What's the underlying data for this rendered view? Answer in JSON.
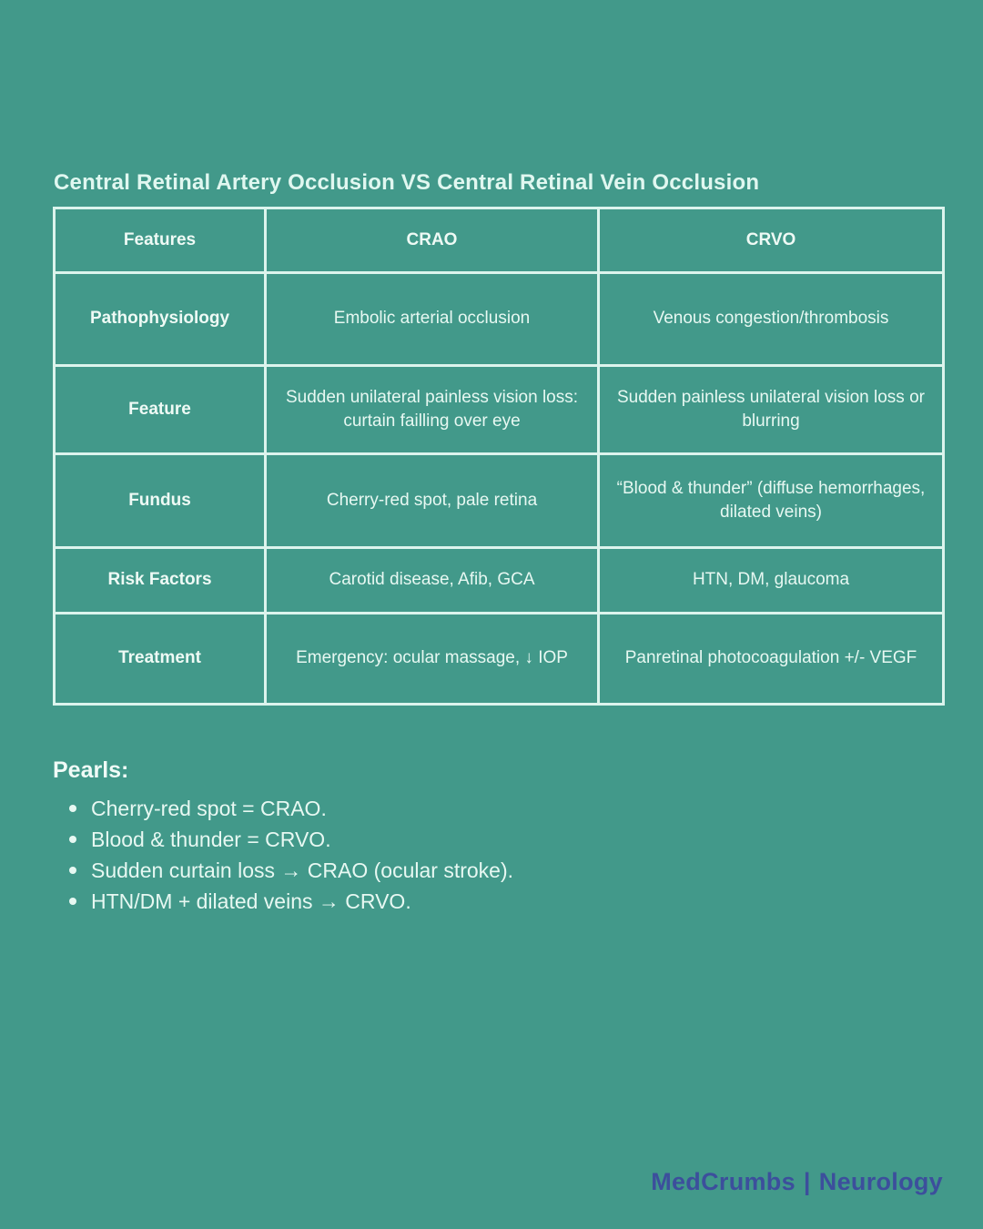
{
  "page": {
    "title": "Central Retinal Artery Occlusion VS Central Retinal Vein Occlusion"
  },
  "table": {
    "headers": [
      "Features",
      "CRAO",
      "CRVO"
    ],
    "rows": [
      {
        "feature": "Pathophysiology",
        "crao": "Embolic arterial occlusion",
        "crvo": "Venous congestion/thrombosis"
      },
      {
        "feature": "Feature",
        "crao": "Sudden unilateral painless vision loss: curtain failling over eye",
        "crvo": "Sudden painless unilateral vision loss or blurring"
      },
      {
        "feature": "Fundus",
        "crao": "Cherry-red spot, pale retina",
        "crvo": "“Blood & thunder” (diffuse hemorrhages, dilated veins)"
      },
      {
        "feature": "Risk Factors",
        "crao": "Carotid disease, Afib, GCA",
        "crvo": "HTN, DM, glaucoma"
      },
      {
        "feature": "Treatment",
        "crao": "Emergency: ocular massage, ↓ IOP",
        "crvo": "Panretinal photocoagulation +/- VEGF"
      }
    ]
  },
  "pearls": {
    "heading": "Pearls:",
    "items": [
      "Cherry-red spot = CRAO.",
      "Blood & thunder = CRVO.",
      "Sudden curtain loss → CRAO (ocular stroke).",
      "HTN/DM + dilated veins → CRVO."
    ]
  },
  "footer": {
    "brand": "MedCrumbs",
    "divider": "|",
    "section": "Neurology"
  },
  "colors": {
    "background": "#42998a",
    "table_border": "#dcf4ed",
    "text": "#e7f8f2",
    "footer_text": "#3c4f9c"
  }
}
